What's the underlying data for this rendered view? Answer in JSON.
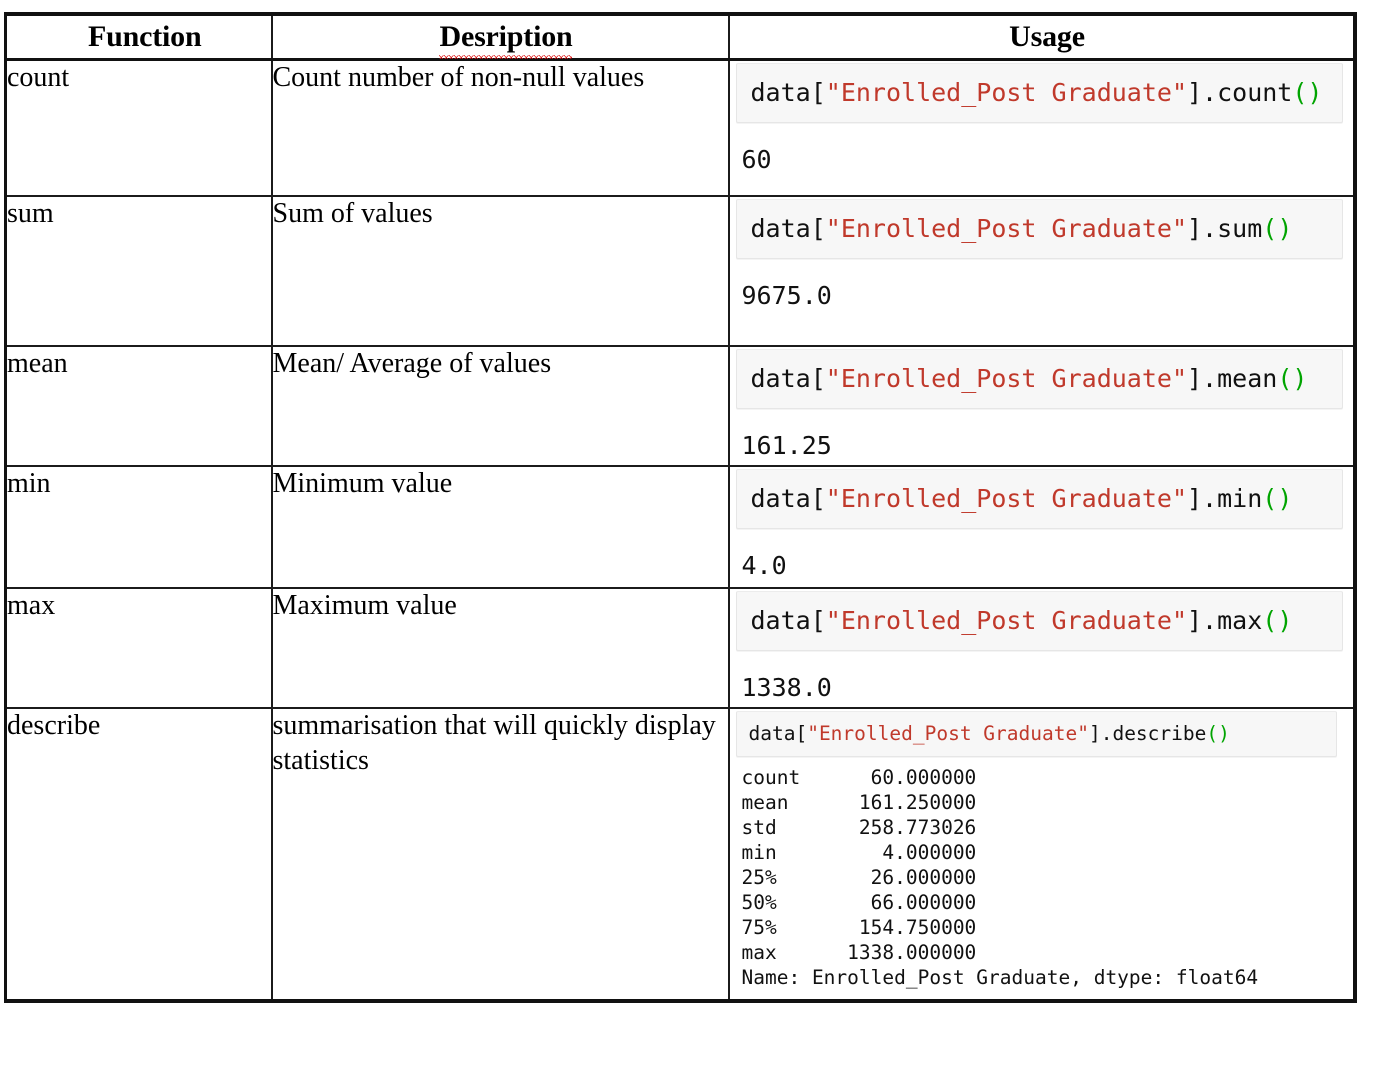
{
  "table": {
    "headers": [
      {
        "label": "Function",
        "misspelled": false
      },
      {
        "label": "Desription",
        "misspelled": true
      },
      {
        "label": "Usage",
        "misspelled": false
      }
    ],
    "colors": {
      "header_background": "#faecca",
      "border": "#111111",
      "code_background": "#f7f7f7",
      "code_border": "#e6e6e6",
      "string_token": "#c0392b",
      "paren_token": "#00a400",
      "plain_token": "#111111"
    },
    "rows": [
      {
        "function": "count",
        "description": "Count number of non-null values",
        "code": {
          "prefix": "data[",
          "string": "\"Enrolled_Post Graduate\"",
          "method": "].count",
          "parens": "()"
        },
        "output": "60"
      },
      {
        "function": "sum",
        "description": "Sum of values",
        "code": {
          "prefix": "data[",
          "string": "\"Enrolled_Post Graduate\"",
          "method": "].sum",
          "parens": "()"
        },
        "output": "9675.0"
      },
      {
        "function": "mean",
        "description": "Mean/ Average of values",
        "code": {
          "prefix": "data[",
          "string": "\"Enrolled_Post Graduate\"",
          "method": "].mean",
          "parens": "()"
        },
        "output": "161.25"
      },
      {
        "function": "min",
        "description": "Minimum value",
        "code": {
          "prefix": "data[",
          "string": "\"Enrolled_Post Graduate\"",
          "method": "].min",
          "parens": "()"
        },
        "output": "4.0"
      },
      {
        "function": "max",
        "description": "Maximum value",
        "code": {
          "prefix": "data[",
          "string": "\"Enrolled_Post Graduate\"",
          "method": "].max",
          "parens": "()"
        },
        "output": "1338.0"
      },
      {
        "function": "describe",
        "description": "summarisation that will quickly display statistics",
        "code": {
          "prefix": "data[",
          "string": "\"Enrolled_Post Graduate\"",
          "method": "].describe",
          "parens": "()"
        },
        "output": "count      60.000000\nmean      161.250000\nstd       258.773026\nmin         4.000000\n25%        26.000000\n50%        66.000000\n75%       154.750000\nmax      1338.000000\nName: Enrolled_Post Graduate, dtype: float64"
      }
    ]
  },
  "describe_stats": {
    "count": "60.000000",
    "mean": "161.250000",
    "std": "258.773026",
    "min": "4.000000",
    "p25": "26.000000",
    "p50": "66.000000",
    "p75": "154.750000",
    "max": "1338.000000",
    "name": "Enrolled_Post Graduate",
    "dtype": "float64"
  }
}
